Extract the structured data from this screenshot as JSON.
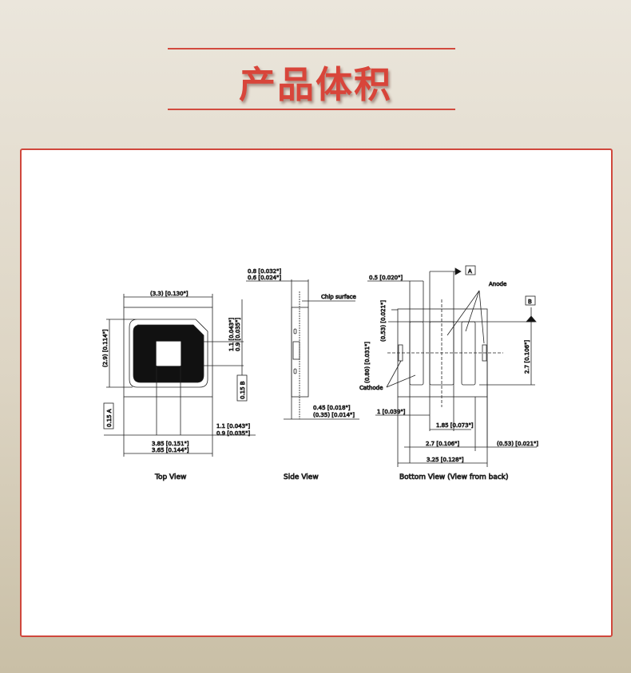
{
  "title": "产品体积",
  "views": {
    "top": {
      "caption": "Top View",
      "width": "(3.3) [0.130\"]",
      "height": "(2.9) [0.114\"]",
      "thk1": "1.1 [0.043\"]",
      "thk2": "0.9 [0.035\"]",
      "bot1": "1.1 [0.043\"]",
      "bot2": "0.9 [0.035\"]",
      "len1": "3.85 [0.151\"]",
      "len2": "3.65 [0.144\"]",
      "tol_a": "0.15 A",
      "tol_b": "0.15 B"
    },
    "side": {
      "caption": "Side View",
      "d1": "0.8 [0.032\"]",
      "d2": "0.6 [0.024\"]",
      "chip": "Chip surface",
      "d3": "0.45 [0.018\"]",
      "d4": "(0.35) [0.014\"]"
    },
    "bottom": {
      "caption": "Bottom View (View from back)",
      "d_top": "0.5 [0.020\"]",
      "datum_a": "A",
      "datum_b": "B",
      "anode": "Anode",
      "cathode": "Cathode",
      "d_left1": "(0.53) [0.021\"]",
      "d_left2": "(0.80) [0.031\"]",
      "d_right": "2.7 [0.106\"]",
      "d_1": "1 [0.039\"]",
      "d_185": "1.85 [0.073\"]",
      "d_27": "2.7 [0.106\"]",
      "d_053": "(0.53) [0.021\"]",
      "d_325": "3.25 [0.128\"]"
    }
  },
  "colors": {
    "accent": "#d24a3e"
  }
}
